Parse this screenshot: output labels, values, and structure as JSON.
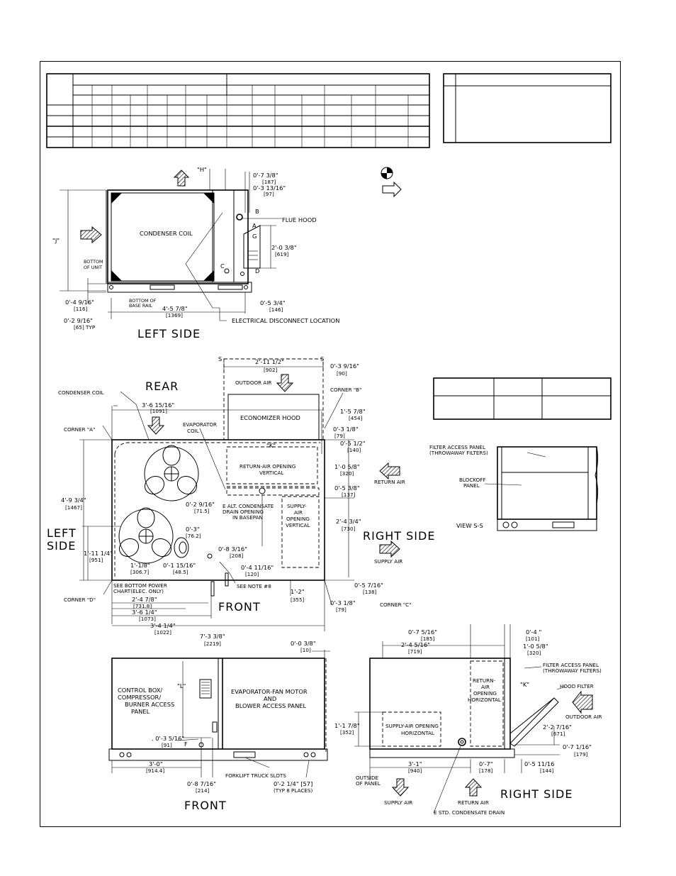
{
  "top_left_view": {
    "title": "LEFT SIDE",
    "condenser_coil": "CONDENSER COIL",
    "flue_hood": "FLUE HOOD",
    "bottom_of_unit": [
      "BOTTOM",
      "OF UNIT"
    ],
    "bottom_of_base_rail": [
      "BOTTOM OF",
      "BASE RAIL"
    ],
    "electrical_disconnect": "ELECTRICAL DISCONNECT LOCATION",
    "label_h": "\"H\"",
    "label_j": "\"J\"",
    "letters": [
      "B",
      "A",
      "G",
      "C",
      "D"
    ],
    "dims": {
      "d1": "0'-7 3/8\"",
      "d1m": "[187]",
      "d2": "0'-3 13/16\"",
      "d2m": "[97]",
      "d3": "2'-0 3/8\"",
      "d3m": "[619]",
      "d4": "0'-4 9/16\"",
      "d4m": "[116]",
      "d5": "0'-2 9/16\"",
      "d5m": "[65] TYP",
      "d6": "4'-5 7/8\"",
      "d6m": "[1369]",
      "d7": "0'-5 3/4\"",
      "d7m": "[146]"
    }
  },
  "plan_view": {
    "rear": "REAR",
    "left_side": [
      "LEFT",
      "SIDE"
    ],
    "right_side": "RIGHT SIDE",
    "front": "FRONT",
    "condenser_coil": "CONDENSER COIL",
    "corner_a": "CORNER \"A\"",
    "corner_b": "CORNER \"B\"",
    "corner_c": "CORNER \"C\"",
    "corner_d": "CORNER \"D\"",
    "evaporator_coil": [
      "EVAPORATOR",
      "COIL"
    ],
    "outdoor_air": "OUTDOOR AIR",
    "economizer_hood": "ECONOMIZER HOOD",
    "return_air_opening": [
      "RETURN-AIR OPENING",
      "VERTICAL"
    ],
    "return_air": "RETURN AIR",
    "supply_air_opening": [
      "SUPPLY-",
      "AIR",
      "OPENING",
      "VERTICAL"
    ],
    "supply_air": "SUPPLY AIR",
    "alt_condensate": [
      "E  ALT. CONDENSATE",
      "DRAIN OPENING",
      "IN BASEPAN"
    ],
    "see_bottom_power": [
      "SEE BOTTOM POWER",
      "CHART(ELEC. ONLY)"
    ],
    "see_note": "SEE NOTE #8",
    "label_k": "\"K\"",
    "s_label": "S",
    "dims": {
      "p1": "2'-11 1/2\"",
      "p1m": "[902]",
      "p2": "0'-3 9/16\"",
      "p2m": "[90]",
      "p3": "3'-6 15/16\"",
      "p3m": "[1091]",
      "p4": "1'-5 7/8\"",
      "p4m": "[454]",
      "p5": "0'-3 1/8\"",
      "p5m": "[79]",
      "p6": "0'-5 1/2\"",
      "p6m": "[140]",
      "p7": "1'-0 5/8\"",
      "p7m": "[320]",
      "p8": "0'-5 3/8\"",
      "p8m": "[137]",
      "p9": "4'-9 3/4\"",
      "p9m": "[1467]",
      "p10": "0'-2 9/16\"",
      "p10m": "[71.5]",
      "p11": "2'-4 3/4\"",
      "p11m": "[730]",
      "p12": "0'-3\"",
      "p12m": "[76.2]",
      "p13": "0'-8 3/16\"",
      "p13m": "[208]",
      "p14": "1'-11 1/4\"",
      "p14m": "[951]",
      "p15": "1'-1/8\"",
      "p15m": "[306.7]",
      "p16": "0'-1 15/16\"",
      "p16m": "[48.5]",
      "p17": "0'-4 11/16\"",
      "p17m": "[120]",
      "p18": "0'-5 7/16\"",
      "p18m": "[138]",
      "p19": "1'-2\"",
      "p19m": "[355]",
      "p20": "0'-3 1/8\"",
      "p20m": "[79]",
      "p21": "2'-4 7/8\"",
      "p21m": "[731.8]",
      "p22": "3'-6 1/4\"",
      "p22m": "[1073]",
      "p23": "3'-4 1/4\"",
      "p23m": "[1022]",
      "p24": "7'-3 3/8\"",
      "p24m": "[2219]"
    }
  },
  "view_ss": {
    "title": "VIEW S-S",
    "filter_access": [
      "FILTER ACCESS PANEL",
      "(THROWAWAY FILTERS)"
    ],
    "blockoff": [
      "BLOCKOFF",
      "PANEL"
    ]
  },
  "front_view": {
    "title": "FRONT",
    "control_box": [
      "CONTROL BOX/",
      "COMPRESSOR/",
      "BURNER ACCESS",
      "PANEL"
    ],
    "evap_fan": [
      "EVAPORATOR-FAN MOTOR",
      "AND",
      "BLOWER ACCESS PANEL"
    ],
    "forklift": "FORKLIFT TRUCK SLOTS",
    "label_l": "\"L\"",
    "label_f": "F",
    "dims": {
      "f1": "0'-0 3/8\"",
      "f1m": "[10]",
      "f2": ". 0'-3 5/16\"",
      "f2m": "[91]",
      "f3": "3'-0\"",
      "f3m": "[914.4]",
      "f4": "0'-8 7/16\"",
      "f4m": "[214]",
      "f5": "0'-2 1/4\" [57]",
      "f5m": "(TYP 8 PLACES)"
    }
  },
  "right_view": {
    "title": "RIGHT SIDE",
    "filter_access": [
      "FILTER ACCESS PANEL",
      "(THROWAWAY FILTERS)"
    ],
    "hood_filter": "HOOD FILTER",
    "outdoor_air": "OUTDOOR AIR",
    "return_air_opening": [
      "RETURN-",
      "AIR",
      "OPENING",
      "HORIZONTAL"
    ],
    "supply_air_opening": [
      "SUPPLY-AIR OPENING",
      "HORIZONTAL"
    ],
    "outside_of_panel": [
      "OUTSIDE",
      "OF PANEL"
    ],
    "supply_air": "SUPPLY AIR",
    "return_air": "RETURN AIR",
    "std_condensate": "E STD. CONDENSATE DRAIN",
    "label_k": "\"K\"",
    "dims": {
      "r1": "0'-7 5/16\"",
      "r1m": "[185]",
      "r2": "2'-4 5/16\"",
      "r2m": "[719]",
      "r3": "0'-4 \"",
      "r3m": "[101]",
      "r4": "1'-0 5/8\"",
      "r4m": "[320]",
      "r5": "1'-1 7/8\"",
      "r5m": "[352]",
      "r6": "2'-2 7/16\"",
      "r6m": "[671]",
      "r7": "0'-7 1/16\"",
      "r7m": "[179]",
      "r8": "3'-1\"",
      "r8m": "[940]",
      "r9": "0'-7\"",
      "r9m": "[178]",
      "r10": "0'-5 11/16",
      "r10m": "[144]"
    }
  }
}
